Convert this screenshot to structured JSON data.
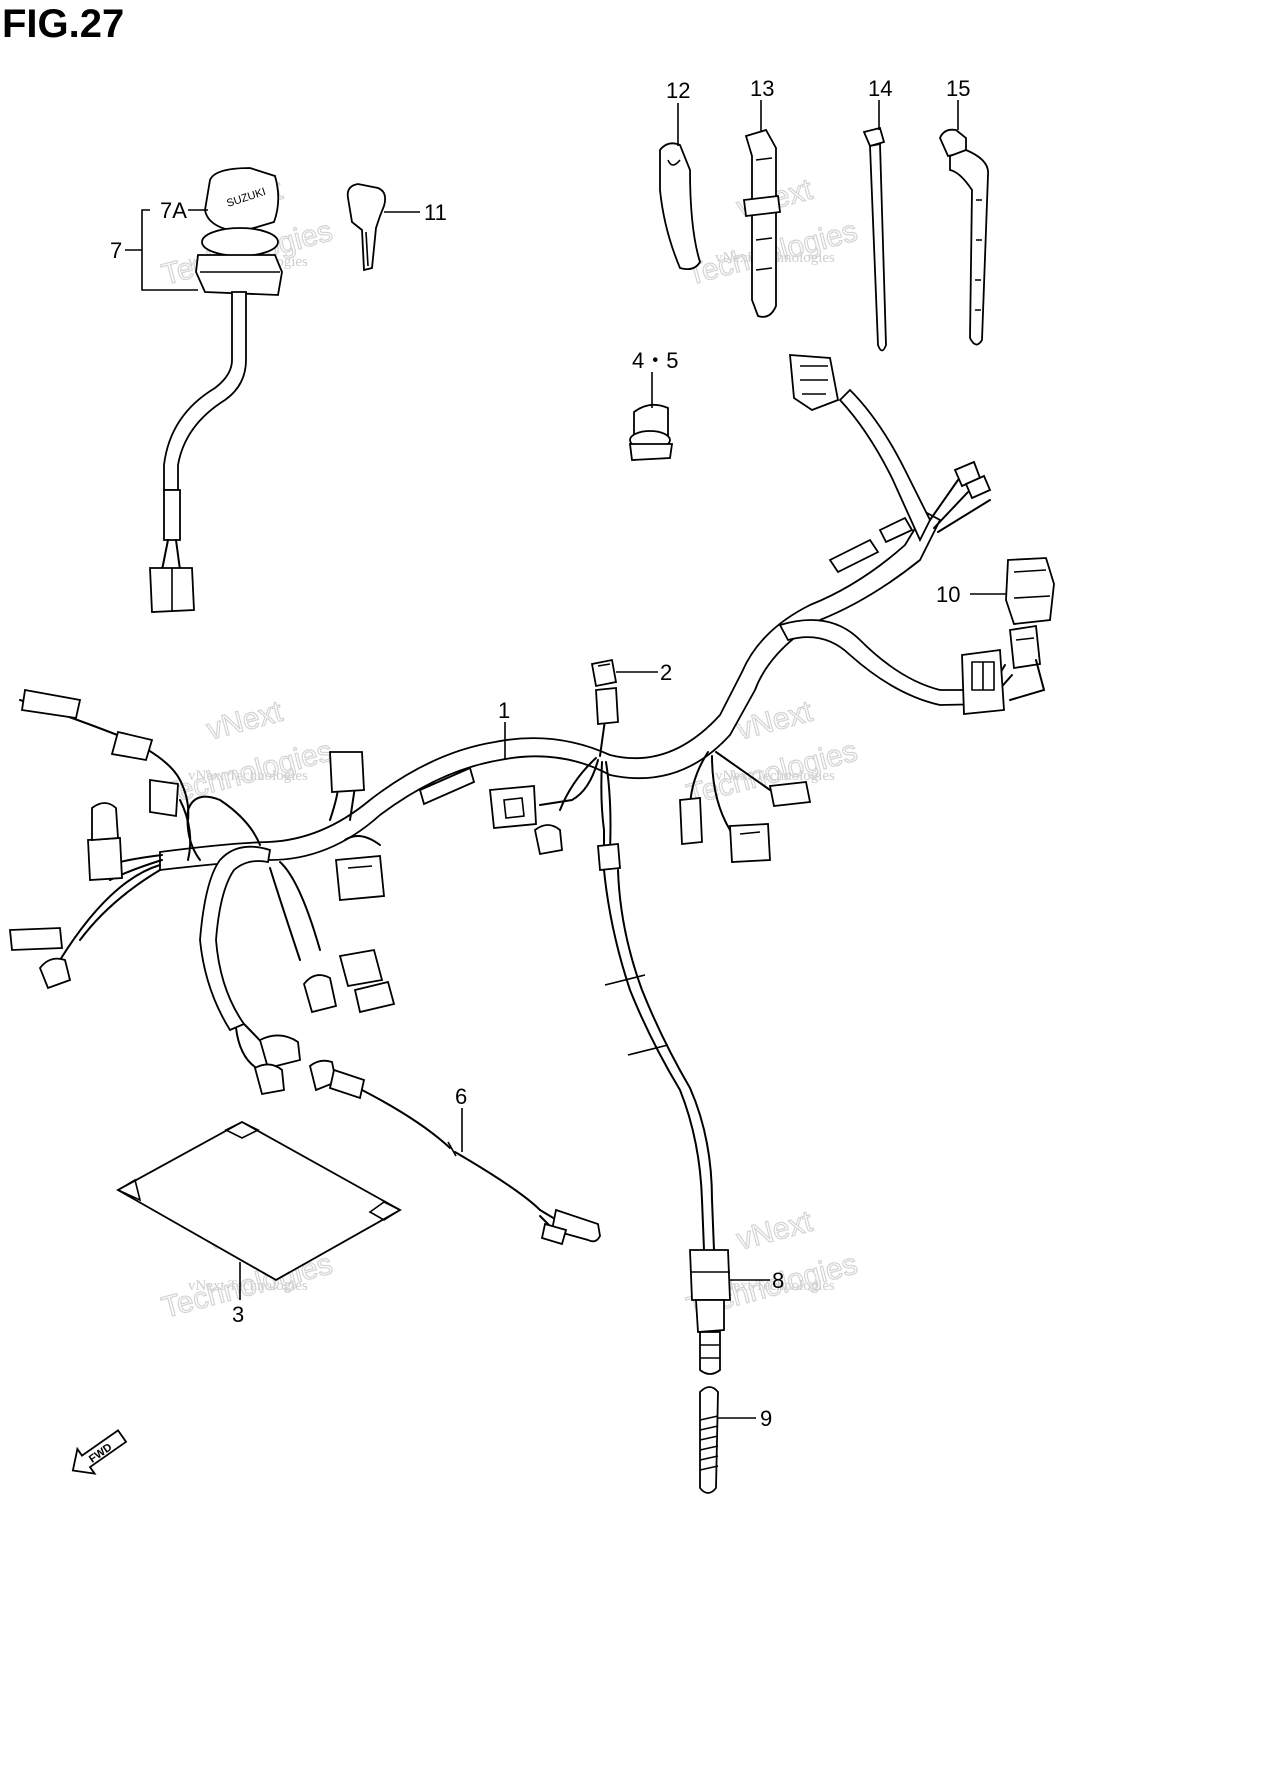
{
  "title": "FIG.27",
  "callouts": {
    "p1": "1",
    "p2": "2",
    "p3": "3",
    "p45": "4・5",
    "p6": "6",
    "p7": "7",
    "p7a": "7A",
    "p8": "8",
    "p9": "9",
    "p10": "10",
    "p11": "11",
    "p12": "12",
    "p13": "13",
    "p14": "14",
    "p15": "15"
  },
  "key_brand": "SUZUKI",
  "fwd_label": "FWD",
  "watermark": {
    "small": "vNext Technologies",
    "big_line1": "vNext",
    "big_line2": "Technologies"
  },
  "colors": {
    "line": "#000000",
    "watermark": "#c8c8c8",
    "background": "#ffffff"
  }
}
